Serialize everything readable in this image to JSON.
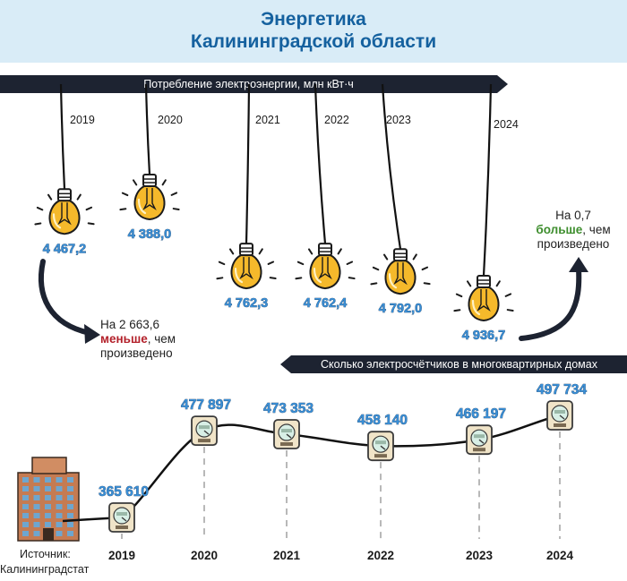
{
  "title": {
    "line1": "Энергетика",
    "line2": "Калининградской области"
  },
  "colors": {
    "header_bg": "#d9ecf7",
    "title": "#15619f",
    "band": "#1d2331",
    "value": "#3a8fd6",
    "less": "#b3202a",
    "more": "#3e8e2e",
    "bulb": "#f5b92b",
    "meter": "#f0e4c8",
    "line": "#111111"
  },
  "notes": {
    "less": {
      "prefix": "На 2 663,6",
      "emph": "меньше",
      "suffix": ", чем",
      "tail": "произведено"
    },
    "more": {
      "prefix": "На 0,7",
      "emph": "больше",
      "suffix": ", чем",
      "tail": "произведено"
    }
  },
  "source": {
    "line1": "Источник:",
    "line2": "Калининградстат"
  },
  "chart_data": [
    {
      "type": "table",
      "title": "Потребление электроэнергии, млн кВт·ч",
      "icon": "lightbulb-icon",
      "categories": [
        "2019",
        "2020",
        "2021",
        "2022",
        "2023",
        "2024"
      ],
      "value_labels": [
        "4 467,2",
        "4 388,0",
        "4 762,3",
        "4 762,4",
        "4 792,0",
        "4 936,7"
      ],
      "values": [
        4467.2,
        4388.0,
        4762.3,
        4762.4,
        4792.0,
        4936.7
      ]
    },
    {
      "type": "line",
      "title": "Сколько электросчётчиков в многоквартирных домах",
      "icon": "electric-meter-icon",
      "categories": [
        "2019",
        "2020",
        "2021",
        "2022",
        "2023",
        "2024"
      ],
      "value_labels": [
        "365 610",
        "477 897",
        "473 353",
        "458 140",
        "466 197",
        "497 734"
      ],
      "values": [
        365610,
        477897,
        473353,
        458140,
        466197,
        497734
      ]
    }
  ]
}
